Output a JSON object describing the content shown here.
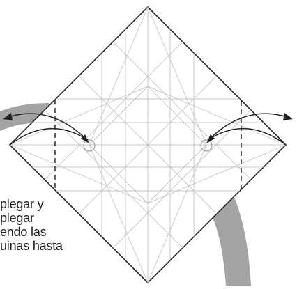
{
  "instruction": {
    "lines": [
      "plegar y",
      "plegar",
      "endo las",
      "uinas hasta"
    ]
  },
  "diagram": {
    "paper_color": "#ffffff",
    "crease_color": "#c4c4c4",
    "edge_color": "#222222",
    "band_color": "#a3a3a3"
  }
}
